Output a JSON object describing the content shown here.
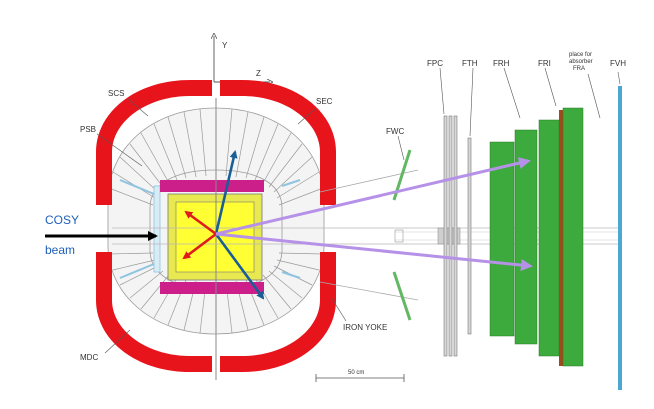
{
  "axes": {
    "y_label": "Y",
    "z_label": "Z"
  },
  "labels": {
    "scs": "SCS",
    "sec": "SEC",
    "psb": "PSB",
    "fwc": "FWC",
    "iron_yoke": "IRON YOKE",
    "mdc": "MDC",
    "fpc": "FPC",
    "fth": "FTH",
    "frh": "FRH",
    "fri": "FRI",
    "fvh": "FVH",
    "fra_line1": "place for",
    "fra_line2": "absorber",
    "fra_line3": "FRA",
    "scale": "50 cm"
  },
  "beam": {
    "line1": "COSY",
    "line2": "beam"
  },
  "colors": {
    "yoke": "#e8141c",
    "scintillator_green": "#3caa3c",
    "target_yellow": "#ffff33",
    "magenta": "#cc1f8a",
    "track_blue": "#1a5e96",
    "track_red": "#e01b1b",
    "track_violet": "#b691e8",
    "fvh_blue": "#4aa8d2",
    "beam_text": "#1f5fb8"
  }
}
